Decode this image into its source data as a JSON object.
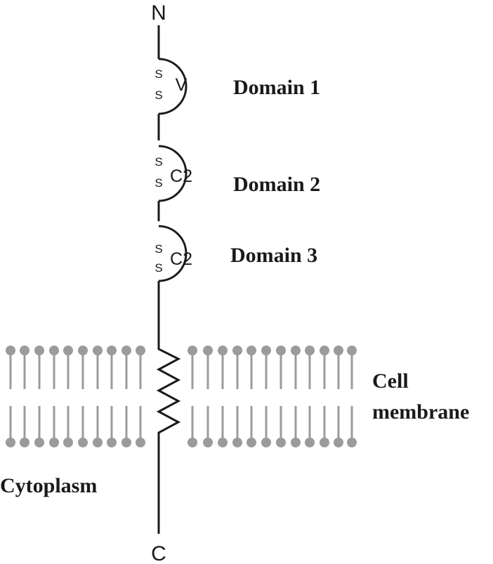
{
  "termini": {
    "n": "N",
    "c": "C"
  },
  "domains": [
    {
      "type": "V",
      "disulfide_top": "S",
      "disulfide_bottom": "S",
      "label": "Domain 1"
    },
    {
      "type": "C2",
      "disulfide_top": "S",
      "disulfide_bottom": "S",
      "label": "Domain 2"
    },
    {
      "type": "C2",
      "disulfide_top": "S",
      "disulfide_bottom": "S",
      "label": "Domain 3"
    }
  ],
  "membrane": {
    "label_line1": "Cell",
    "label_line2": "membrane"
  },
  "cytoplasm_label": "Cytoplasm",
  "colors": {
    "lipid": "#9b9b9b",
    "line": "#1a1a1a",
    "background": "#ffffff"
  }
}
